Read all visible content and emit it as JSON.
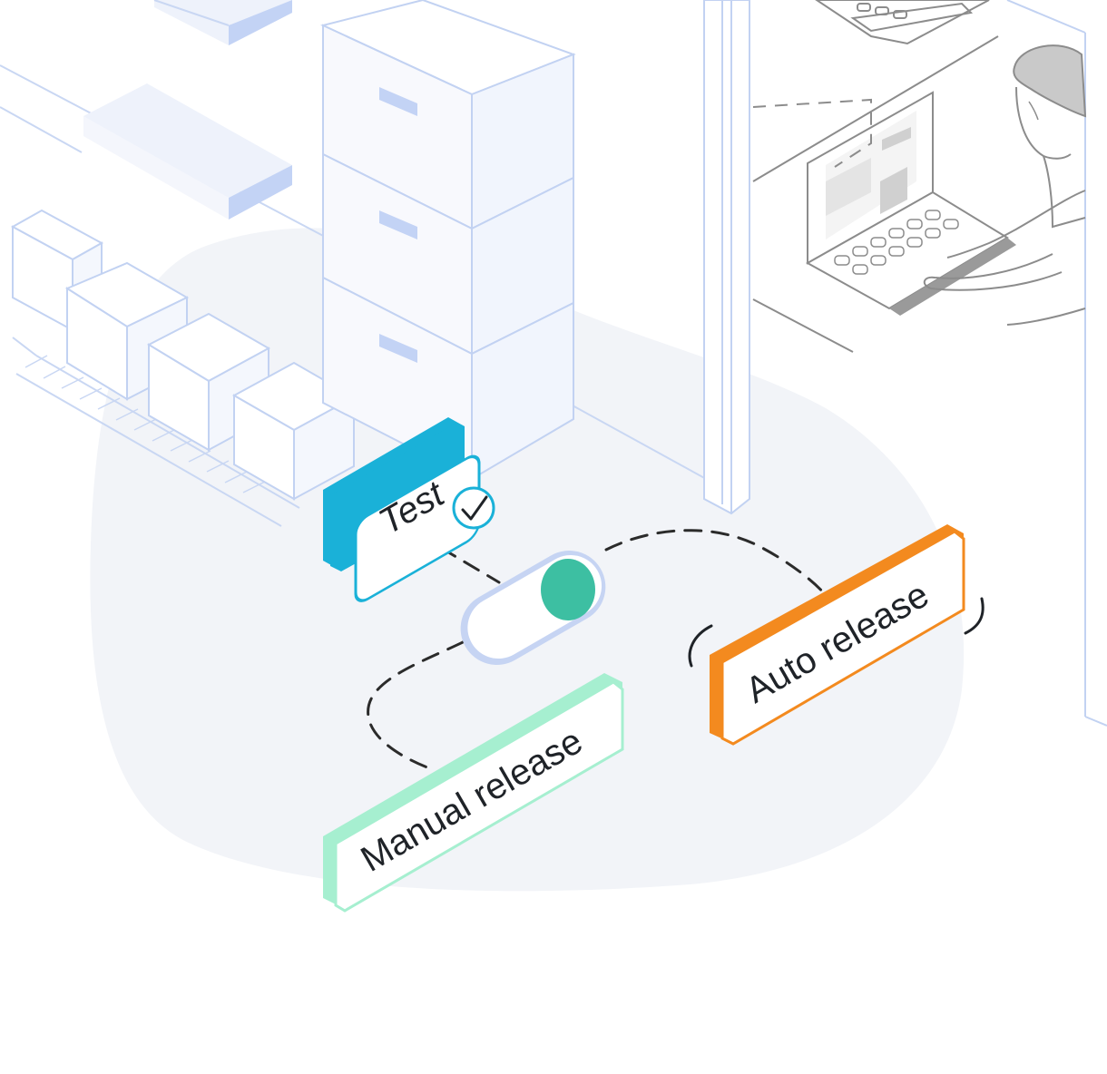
{
  "labels": {
    "test": "Test",
    "manual_release": "Manual release",
    "auto_release": "Auto release"
  },
  "toggle": {
    "state": "on"
  },
  "colors": {
    "background_blob": "#f2f4f8",
    "outline": "#c2d2f2",
    "shelf_fill": "#eef2fb",
    "shelf_accent": "#c3d3f5",
    "test_accent": "#1ab1d8",
    "manual_accent": "#a6efd0",
    "auto_accent": "#f38a1f",
    "toggle_knob": "#3dbfa2",
    "toggle_rim": "#c6d4f3",
    "connector": "#2b2b2b",
    "person_outline": "#8c8c8c"
  },
  "icons": {
    "test_check": "check-circle-icon"
  }
}
